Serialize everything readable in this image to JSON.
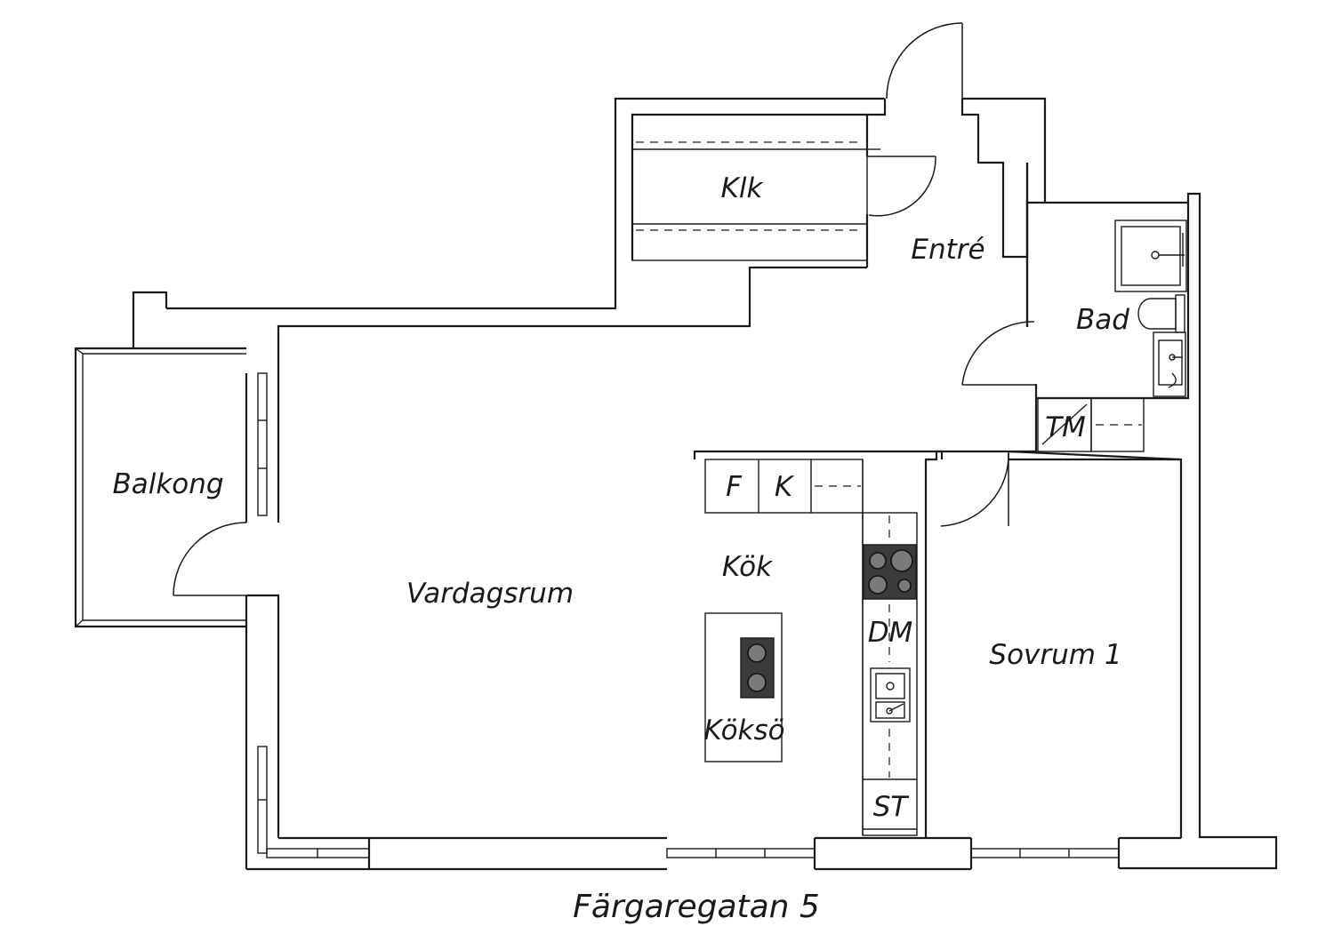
{
  "plan": {
    "title": "Färgaregatan 5",
    "rooms": {
      "klk": "Klk",
      "entre": "Entré",
      "bad": "Bad",
      "tm": "TM",
      "balkong": "Balkong",
      "vardagsrum": "Vardagsrum",
      "kok": "Kök",
      "koksö": "Köksö",
      "sovrum": "Sovrum 1"
    },
    "appliances": {
      "fridge": "F",
      "freezer": "K",
      "dishwasher": "DM",
      "cabinet": "ST"
    }
  }
}
